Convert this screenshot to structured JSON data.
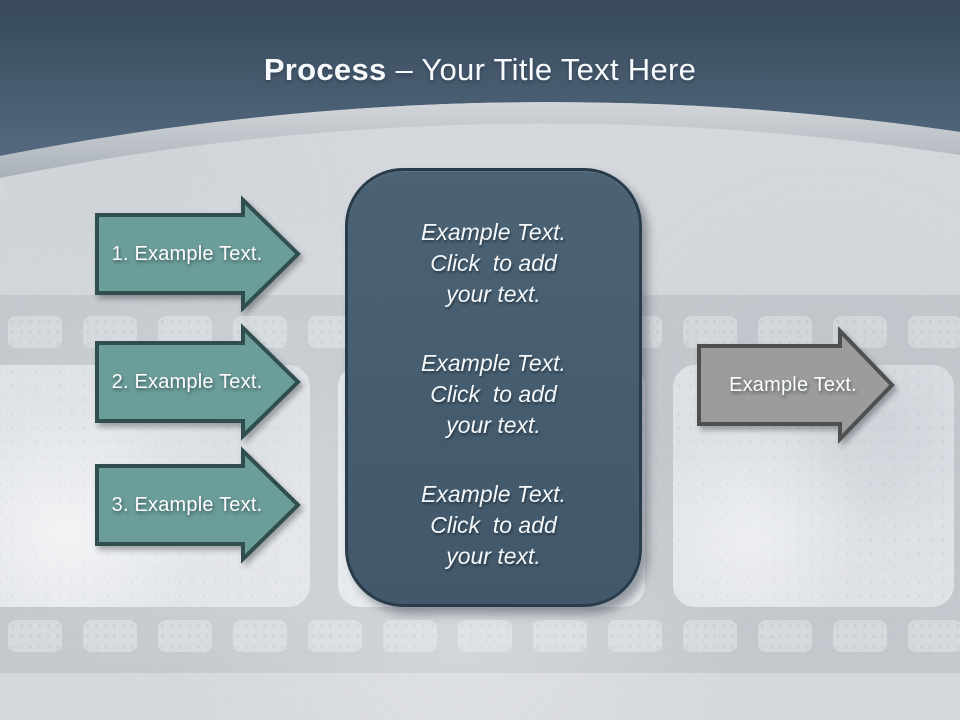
{
  "slide": {
    "title": {
      "emphasis": "Process",
      "rest": " – Your Title Text Here"
    },
    "left_arrows": [
      {
        "label": "1. Example Text."
      },
      {
        "label": "2. Example Text."
      },
      {
        "label": "3. Example Text."
      }
    ],
    "center_panel": {
      "paragraphs": [
        {
          "line1": "Example Text.",
          "line2": "Click  to add",
          "line3": "your text."
        },
        {
          "line1": "Example Text.",
          "line2": "Click  to add",
          "line3": "your text."
        },
        {
          "line1": "Example Text.",
          "line2": "Click  to add",
          "line3": "your text."
        }
      ]
    },
    "right_arrow": {
      "label": "Example Text."
    },
    "colors": {
      "header_top": "#37495b",
      "header_bottom": "#54697f",
      "arc_rim_light": "#d2d6da",
      "arc_rim_dark": "#a9b0b8",
      "background": "#d5d8dc",
      "film_strip": "#c5c9ce",
      "film_hole": "#d6dade",
      "film_frame": "#e0e3e7",
      "teal_fill": "#6B9D9A",
      "teal_border": "#2F4E4D",
      "gray_fill": "#9C9C9C",
      "gray_border": "#4F4F4F",
      "panel_fill": "#455C6E",
      "panel_border": "#293C4B",
      "text_light": "#F6F9FB"
    }
  }
}
